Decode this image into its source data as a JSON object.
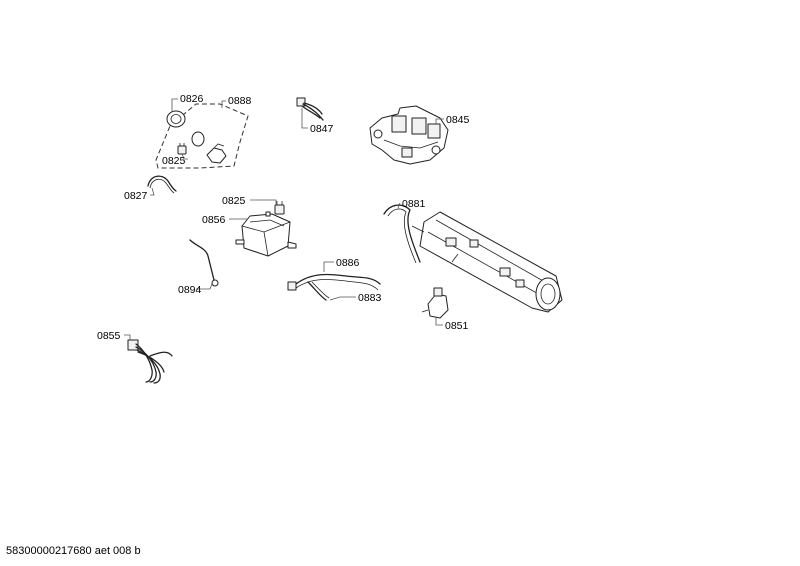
{
  "footer": {
    "doc_id": "58300000217680 aet 008 b"
  },
  "callouts": {
    "c0826": "0826",
    "c0888": "0888",
    "c0825a": "0825",
    "c0827": "0827",
    "c0847": "0847",
    "c0845": "0845",
    "c0825b": "0825",
    "c0856": "0856",
    "c0894": "0894",
    "c0881": "0881",
    "c0886": "0886",
    "c0883": "0883",
    "c0851": "0851",
    "c0855": "0855"
  }
}
